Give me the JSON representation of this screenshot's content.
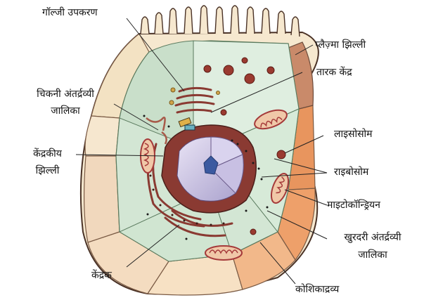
{
  "labels": {
    "golgi": "गॉल्जी उपकरण",
    "plasma_membrane": "प्लैज़्मा झिल्ली",
    "centrosome": "तारक केंद्र",
    "smooth_er_1": "चिकनी अंतर्द्रव्यी",
    "smooth_er_2": "जालिका",
    "nuclear_membrane_1": "केंद्रकीय",
    "nuclear_membrane_2": "झिल्ली",
    "lysosome": "लाइसोसोम",
    "ribosome": "राइबोसोम",
    "mitochondria": "माइटोकॉन्ड्रियन",
    "rough_er_1": "खुरदरी अंतर्द्रव्यी",
    "rough_er_2": "जालिका",
    "nucleus": "केंद्रक",
    "cytoplasm": "कोशिकाद्रव्य"
  },
  "colors": {
    "wall_outer": "#6b4a3a",
    "wall_light": "#f6e8cf",
    "wall_orange": "#eea06a",
    "cytoplasm": "#d3e6d4",
    "cytoplasm_light": "#dfeee0",
    "mitochondria": "#a53a3a",
    "nucleus_core": "#b9b3d6",
    "nucleolus": "#3b5aa0",
    "rough_er": "#8a3a32",
    "leader": "#222222"
  }
}
